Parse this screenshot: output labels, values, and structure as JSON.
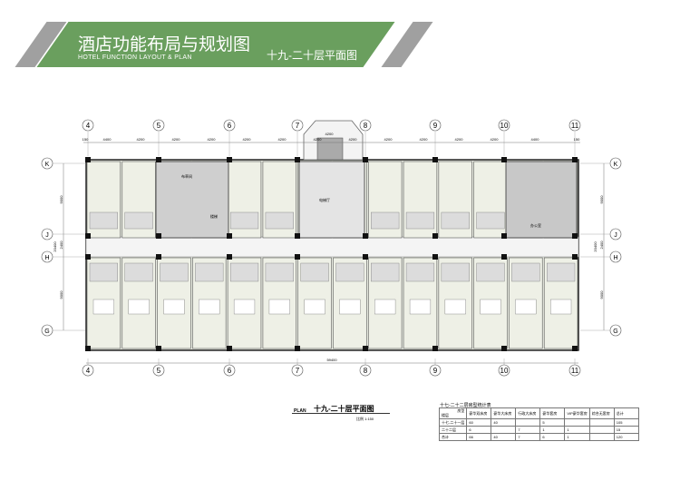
{
  "header": {
    "title_cn": "酒店功能布局与规划图",
    "title_en": "HOTEL FUNCTION LAYOUT & PLAN",
    "subtitle": "十九-二十层平面图"
  },
  "plan": {
    "col_axes": [
      "4",
      "5",
      "6",
      "7",
      "8",
      "9",
      "10",
      "11"
    ],
    "row_axes": [
      "K",
      "J",
      "H",
      "G"
    ],
    "top_dims": [
      "150",
      "4400",
      "4200",
      "4200",
      "4200",
      "4200",
      "4200",
      "4200",
      "4200",
      "4200",
      "4200",
      "4200",
      "4200",
      "4400",
      "150"
    ],
    "core_dim": "4200",
    "total_width": "59400",
    "side_dims": [
      "9000",
      "2400",
      "9000"
    ],
    "total_depth": "20400",
    "room_labels": {
      "corridor": "电梯厅",
      "service": "布草间",
      "office": "办公室",
      "stair": "楼梯"
    }
  },
  "plan_title": {
    "cn": "十九-二十层平面图",
    "en": "PLAN",
    "scale": "比例 1:150"
  },
  "stats_table": {
    "title": "十七-二十二层房型统计表",
    "corner_top": "房型",
    "corner_bottom": "楼层",
    "headers": [
      "豪华双床房",
      "豪华大床房",
      "行政大床房",
      "豪华套房",
      "VIP豪华套房",
      "综合无套房",
      "总计"
    ],
    "rows": [
      {
        "floor": "十七-二十一层",
        "cells": [
          "60",
          "40",
          "",
          "5",
          "",
          "",
          "105"
        ]
      },
      {
        "floor": "二十二层",
        "cells": [
          "6",
          "",
          "7",
          "1",
          "1",
          "",
          "15"
        ]
      },
      {
        "floor": "合计",
        "cells": [
          "66",
          "40",
          "7",
          "6",
          "1",
          "",
          "120"
        ]
      }
    ]
  }
}
